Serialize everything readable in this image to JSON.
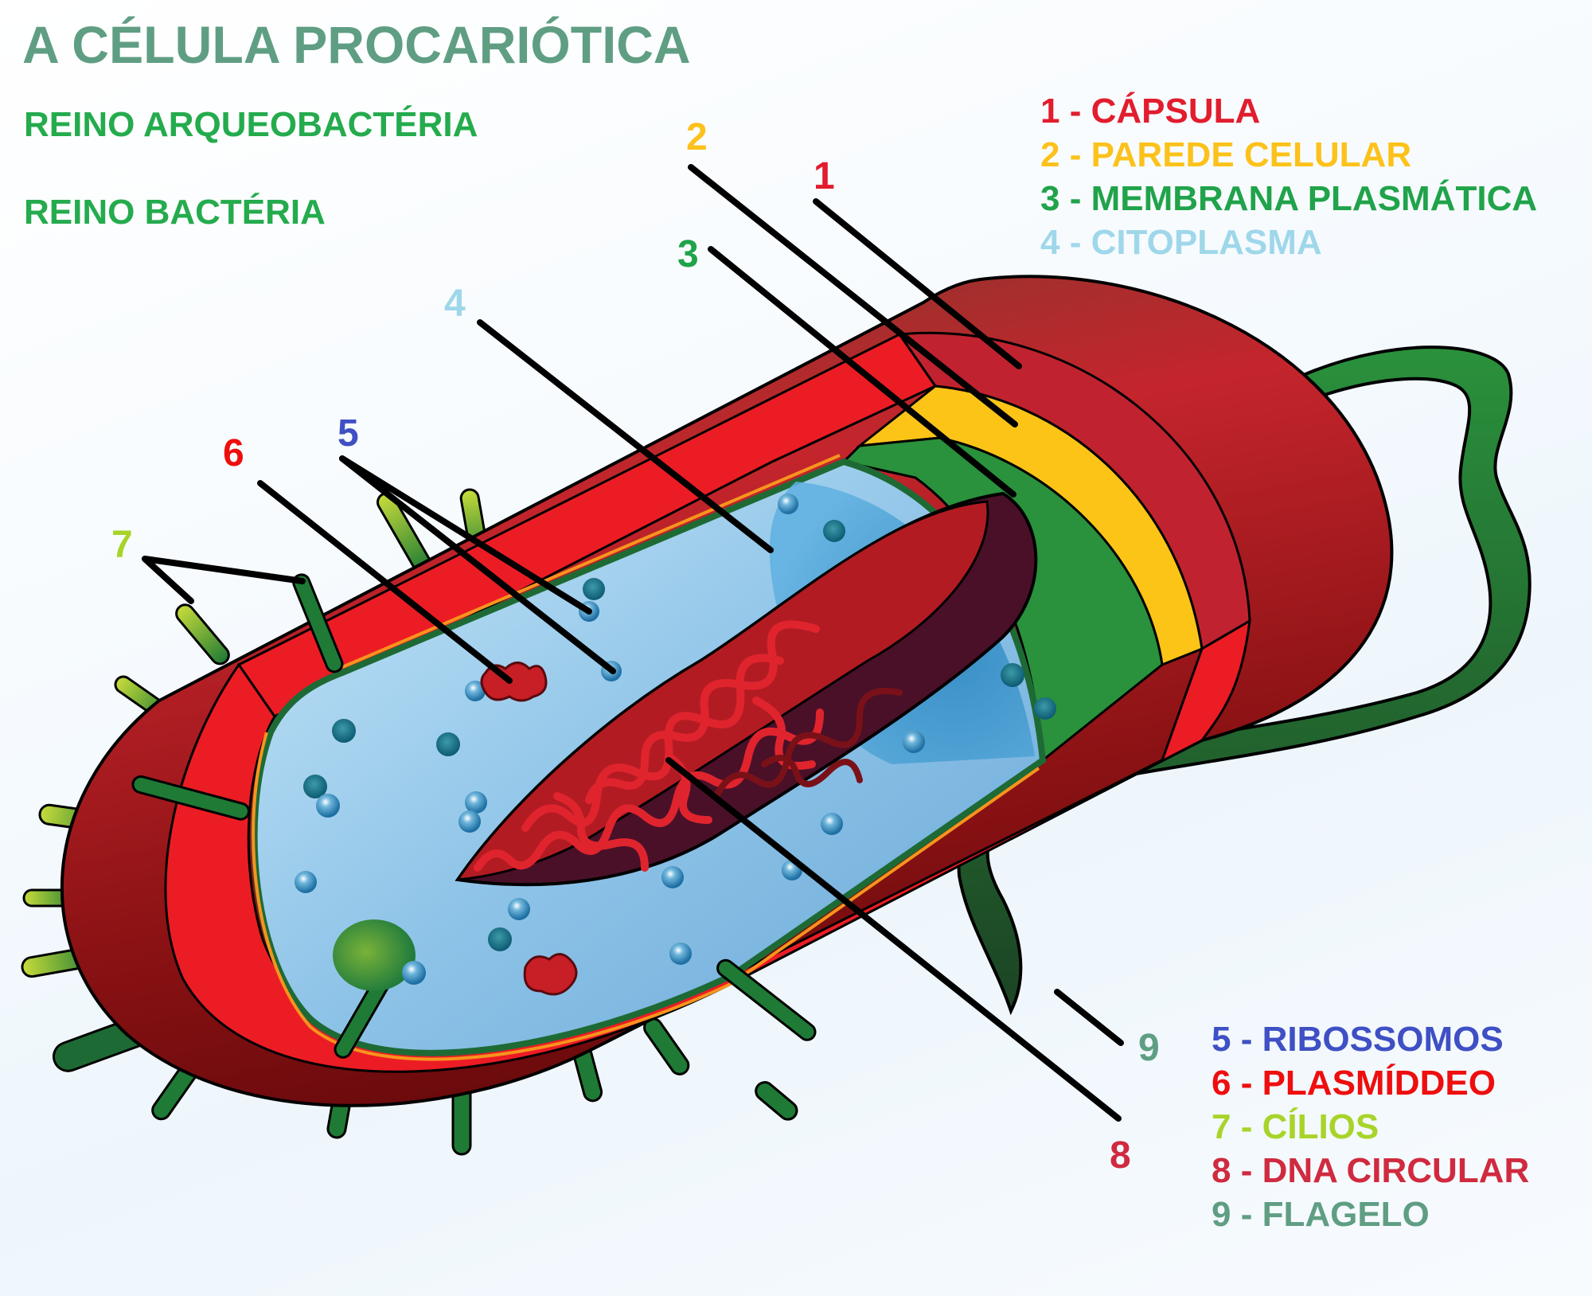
{
  "title": "A CÉLULA PROCARIÓTICA",
  "kingdoms": [
    "REINO ARQUEOBACTÉRIA",
    "REINO BACTÉRIA"
  ],
  "legend_top": [
    {
      "number": "1",
      "label": "1 - CÁPSULA",
      "color": "#e11d2e"
    },
    {
      "number": "2",
      "label": "2 - PAREDE CELULAR",
      "color": "#fcc21b"
    },
    {
      "number": "3",
      "label": "3 - MEMBRANA PLASMÁTICA",
      "color": "#20a34a"
    },
    {
      "number": "4",
      "label": "4 - CITOPLASMA",
      "color": "#9fd7ea"
    }
  ],
  "legend_bottom": [
    {
      "number": "5",
      "label": "5 - RIBOSSOMOS",
      "color": "#3f4fc4"
    },
    {
      "number": "6",
      "label": "6 - PLASMÍDDEO",
      "color": "#ee0e0e"
    },
    {
      "number": "7",
      "label": "7 - CÍLIOS",
      "color": "#a8d42a"
    },
    {
      "number": "8",
      "label": "8 - DNA CIRCULAR",
      "color": "#d02a3f"
    },
    {
      "number": "9",
      "label": "9 - FLAGELO",
      "color": "#5f9e83"
    }
  ],
  "callouts": {
    "n1": "1",
    "n2": "2",
    "n3": "3",
    "n4": "4",
    "n5": "5",
    "n6": "6",
    "n7": "7",
    "n8": "8",
    "n9": "9"
  },
  "colors": {
    "capsule_outer": "#8b1a1a",
    "capsule_cut": "#c0232f",
    "wall_red": "#ec1c24",
    "wall_yellow": "#fdc418",
    "membrane_green": "#2a913c",
    "cytoplasm": "#9fd0ee",
    "flagellum": "#1f5a2a",
    "dna": "#b31b23"
  }
}
